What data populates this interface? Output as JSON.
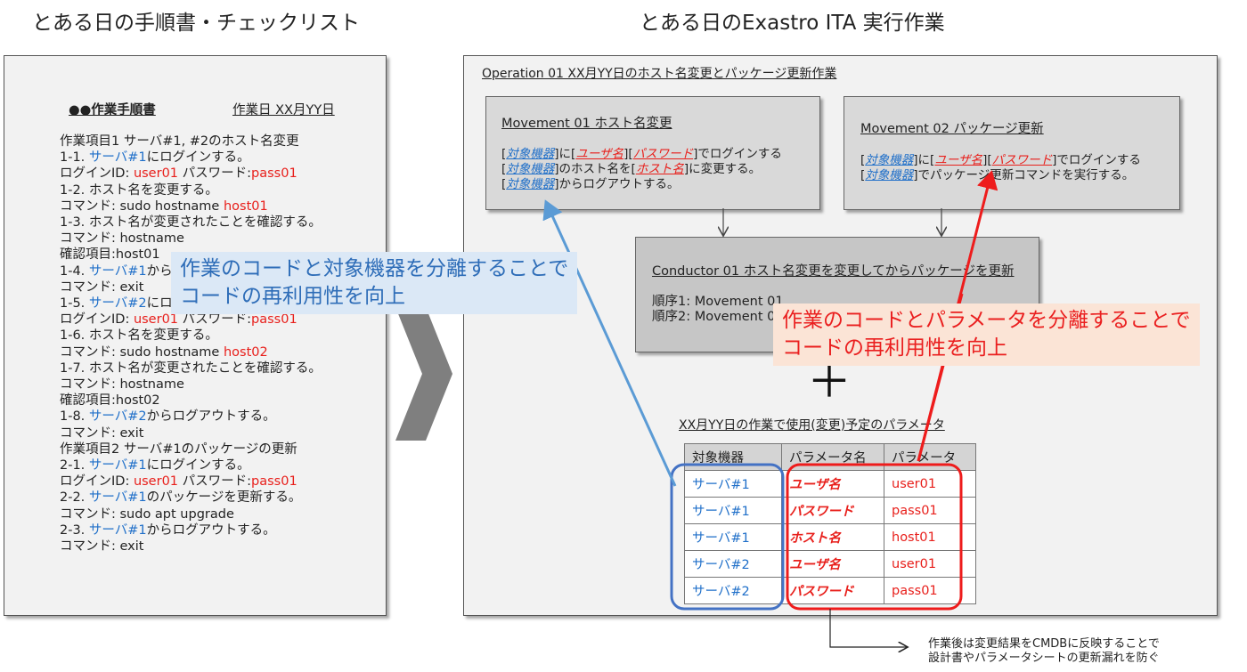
{
  "headings": {
    "left": "とある日の手順書・チェックリスト",
    "right": "とある日のExastro ITA 実行作業"
  },
  "doc": {
    "header_left": "●●作業手順書",
    "header_right": "作業日 XX月YY日",
    "lines": [
      [
        {
          "t": "作業項目1  サーバ#1, #2のホスト名変更"
        }
      ],
      [
        {
          "t": "1-1. "
        },
        {
          "t": "サーバ#1",
          "c": "blue"
        },
        {
          "t": "にログインする。"
        }
      ],
      [
        {
          "t": "        ログインID: "
        },
        {
          "t": "user01",
          "c": "red"
        },
        {
          "t": "  パスワード:"
        },
        {
          "t": "pass01",
          "c": "red"
        }
      ],
      [
        {
          "t": "1-2. ホスト名を変更する。"
        }
      ],
      [
        {
          "t": "        コマンド: sudo hostname "
        },
        {
          "t": "host01",
          "c": "red"
        }
      ],
      [
        {
          "t": "1-3. ホスト名が変更されたことを確認する。"
        }
      ],
      [
        {
          "t": "        コマンド: hostname"
        }
      ],
      [
        {
          "t": "        確認項目:host01"
        }
      ],
      [
        {
          "t": "1-4. "
        },
        {
          "t": "サーバ#1",
          "c": "blue"
        },
        {
          "t": "からログアウトする。"
        }
      ],
      [
        {
          "t": "        コマンド: exit"
        }
      ],
      [
        {
          "t": "1-5. "
        },
        {
          "t": "サーバ#2",
          "c": "blue"
        },
        {
          "t": "にログインする。"
        }
      ],
      [
        {
          "t": "        ログインID: "
        },
        {
          "t": "user01",
          "c": "red"
        },
        {
          "t": "  パスワード:"
        },
        {
          "t": "pass01",
          "c": "red"
        }
      ],
      [
        {
          "t": "1-6. ホスト名を変更する。"
        }
      ],
      [
        {
          "t": "        コマンド: sudo hostname "
        },
        {
          "t": "host02",
          "c": "red"
        }
      ],
      [
        {
          "t": "1-7. ホスト名が変更されたことを確認する。"
        }
      ],
      [
        {
          "t": "        コマンド: hostname"
        }
      ],
      [
        {
          "t": "        確認項目:host02"
        }
      ],
      [
        {
          "t": "1-8. "
        },
        {
          "t": "サーバ#2",
          "c": "blue"
        },
        {
          "t": "からログアウトする。"
        }
      ],
      [
        {
          "t": "        コマンド: exit"
        }
      ],
      [
        {
          "t": " "
        }
      ],
      [
        {
          "t": "作業項目2  サーバ#1のパッケージの更新"
        }
      ],
      [
        {
          "t": "2-1. "
        },
        {
          "t": "サーバ#1",
          "c": "blue"
        },
        {
          "t": "にログインする。"
        }
      ],
      [
        {
          "t": "        ログインID: "
        },
        {
          "t": "user01",
          "c": "red"
        },
        {
          "t": "  パスワード:"
        },
        {
          "t": "pass01",
          "c": "red"
        }
      ],
      [
        {
          "t": "2-2. "
        },
        {
          "t": "サーバ#1",
          "c": "blue"
        },
        {
          "t": "のパッケージを更新する。"
        }
      ],
      [
        {
          "t": "        コマンド: sudo apt upgrade"
        }
      ],
      [
        {
          "t": "2-3. "
        },
        {
          "t": "サーバ#1",
          "c": "blue"
        },
        {
          "t": "からログアウトする。"
        }
      ],
      [
        {
          "t": "        コマンド: exit"
        }
      ]
    ]
  },
  "operation": {
    "title": "Operation 01 XX月YY日のホスト名変更とパッケージ更新作業"
  },
  "movement1": {
    "title": "Movement 01 ホスト名変更",
    "lines": [
      [
        {
          "t": "["
        },
        {
          "t": "対象機器",
          "c": "blue",
          "s": "bi"
        },
        {
          "t": "]に["
        },
        {
          "t": "ユーザ名",
          "c": "red",
          "s": "bi"
        },
        {
          "t": "]["
        },
        {
          "t": "パスワード",
          "c": "red",
          "s": "bi"
        },
        {
          "t": "]でログインする"
        }
      ],
      [
        {
          "t": "["
        },
        {
          "t": "対象機器",
          "c": "blue",
          "s": "bi"
        },
        {
          "t": "]のホスト名を["
        },
        {
          "t": "ホスト名",
          "c": "red",
          "s": "bi"
        },
        {
          "t": "]に変更する。"
        }
      ],
      [
        {
          "t": "["
        },
        {
          "t": "対象機器",
          "c": "blue",
          "s": "bi"
        },
        {
          "t": "]からログアウトする。"
        }
      ]
    ]
  },
  "movement2": {
    "title": "Movement 02 パッケージ更新",
    "lines": [
      [
        {
          "t": "["
        },
        {
          "t": "対象機器",
          "c": "blue",
          "s": "bi"
        },
        {
          "t": "]に["
        },
        {
          "t": "ユーザ名",
          "c": "red",
          "s": "bi"
        },
        {
          "t": "]["
        },
        {
          "t": "パスワード",
          "c": "red",
          "s": "bi"
        },
        {
          "t": "]でログインする"
        }
      ],
      [
        {
          "t": "["
        },
        {
          "t": "対象機器",
          "c": "blue",
          "s": "bi"
        },
        {
          "t": "]でパッケージ更新コマンドを実行する。"
        }
      ]
    ]
  },
  "conductor": {
    "title": "Conductor 01 ホスト名変更を変更してからパッケージを更新",
    "order1": "順序1: Movement 01",
    "order2": "順序2: Movement 02"
  },
  "callouts": {
    "blue": [
      "作業のコードと対象機器を分離することで",
      "コードの再利用性を向上"
    ],
    "red": [
      "作業のコードとパラメータを分離することで",
      "コードの再利用性を向上"
    ]
  },
  "plus": "＋",
  "params": {
    "title": "XX月YY日の作業で使用(変更)予定のパラメータ",
    "headers": [
      "対象機器",
      "パラメータ名",
      "パラメータ"
    ],
    "rows": [
      [
        "サーバ#1",
        "ユーザ名",
        "user01"
      ],
      [
        "サーバ#1",
        "パスワード",
        "pass01"
      ],
      [
        "サーバ#1",
        "ホスト名",
        "host01"
      ],
      [
        "サーバ#2",
        "ユーザ名",
        "user01"
      ],
      [
        "サーバ#2",
        "パスワード",
        "pass01"
      ]
    ]
  },
  "note": [
    "作業後は変更結果をCMDBに反映することで",
    "設計書やパラメータシートの更新漏れを防ぐ"
  ],
  "colors": {
    "blue": "#1f6fc9",
    "red": "#e8201c",
    "blue_outline": "#4472c4",
    "callout_blue_bg": "#dbe8f6",
    "callout_red_bg": "#fbe4d6"
  }
}
